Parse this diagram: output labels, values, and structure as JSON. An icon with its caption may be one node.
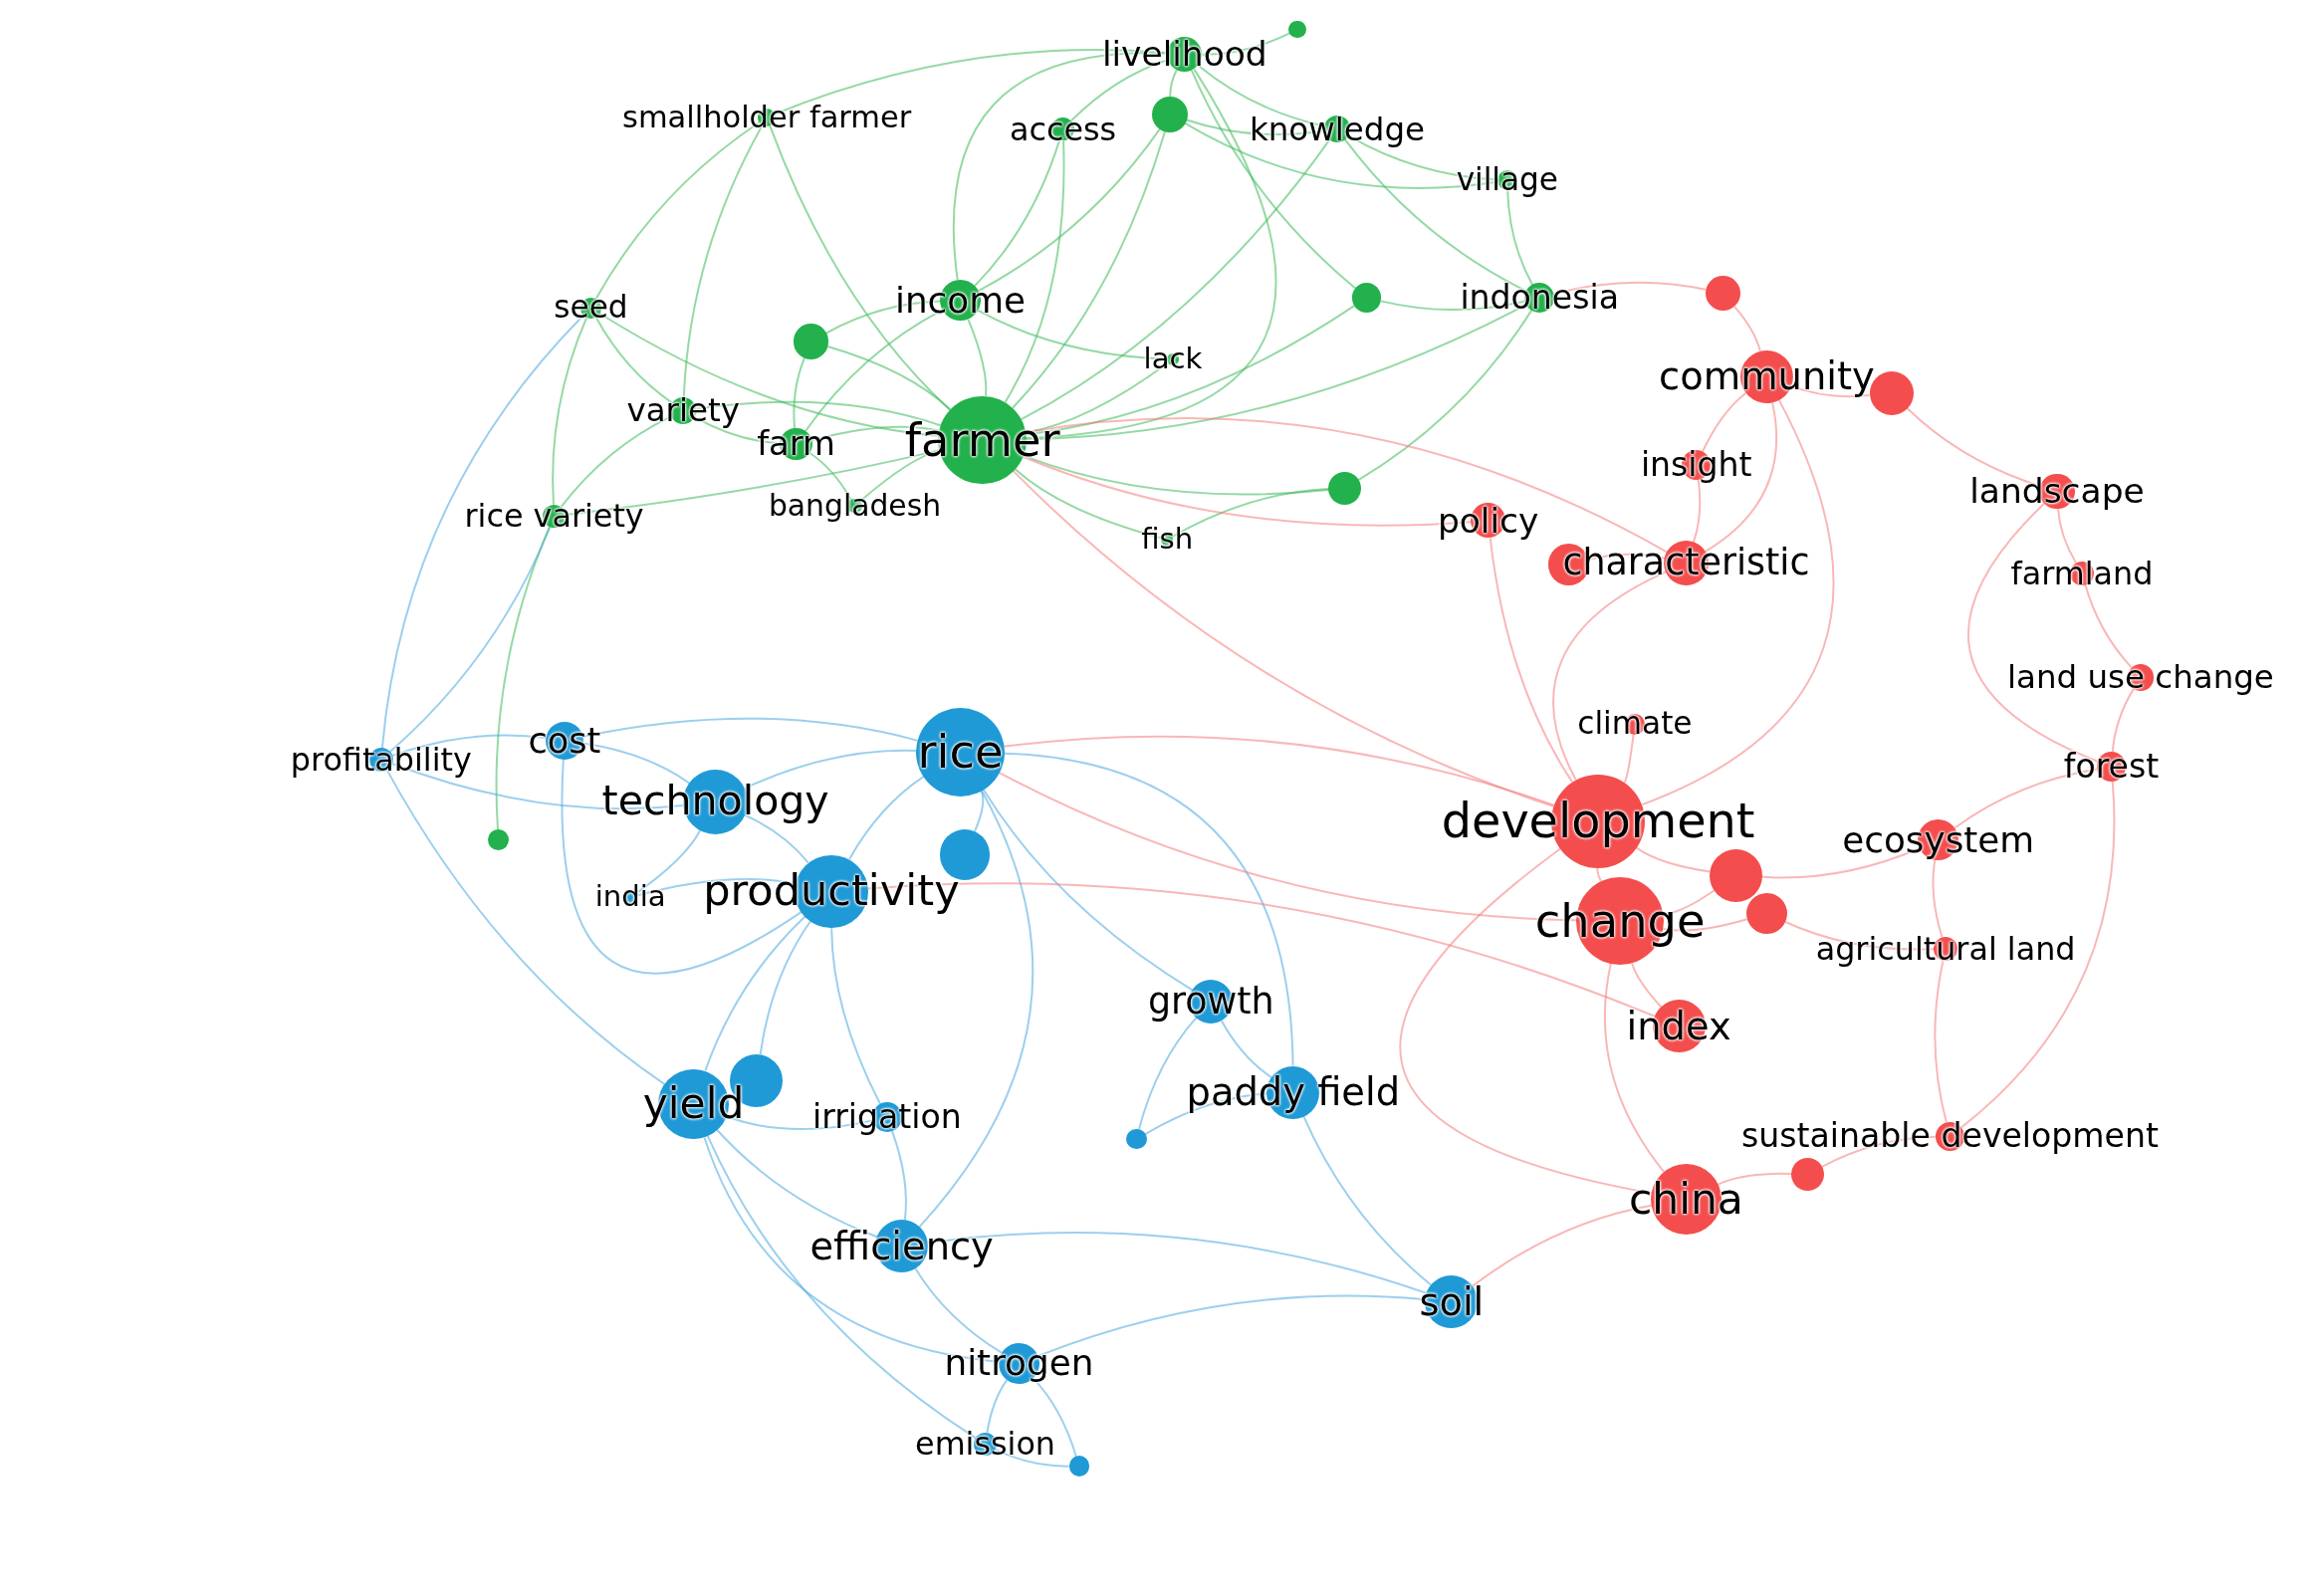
{
  "diagram": {
    "nodes": [
      {
        "text": [
          "livelihood"
        ]
      },
      {
        "text": [],
        "shape": "circle"
      },
      {
        "text": [
          "smallholder farmer"
        ]
      },
      {
        "text": [
          "access"
        ]
      },
      {
        "text": [],
        "shape": "circle"
      },
      {
        "text": [
          "knowledge"
        ]
      },
      {
        "text": [
          "village"
        ]
      },
      {
        "text": [
          "seed"
        ]
      },
      {
        "text": [
          "income"
        ]
      },
      {
        "text": [],
        "shape": "circle"
      },
      {
        "text": [],
        "shape": "circle"
      },
      {
        "text": [
          "indonesia"
        ]
      },
      {
        "text": [
          "lack"
        ]
      },
      {
        "text": [
          "variety"
        ]
      },
      {
        "text": [
          "farm"
        ]
      },
      {
        "text": [
          "farmer"
        ]
      },
      {
        "text": [
          "bangladesh"
        ]
      },
      {
        "text": [
          "rice variety"
        ]
      },
      {
        "text": [
          "fish"
        ]
      },
      {
        "text": [],
        "shape": "circle"
      },
      {
        "text": [],
        "shape": "circle"
      },
      {
        "text": [],
        "shape": "circle"
      },
      {
        "text": [
          "community"
        ]
      },
      {
        "text": [],
        "shape": "circle"
      },
      {
        "text": [
          "insight"
        ]
      },
      {
        "text": [
          "policy"
        ]
      },
      {
        "text": [
          "landscape"
        ]
      },
      {
        "text": [
          "characteristic"
        ]
      },
      {
        "text": [],
        "shape": "circle"
      },
      {
        "text": [
          "farmland"
        ]
      },
      {
        "text": [
          "land use change"
        ]
      },
      {
        "text": [
          "climate"
        ]
      },
      {
        "text": [
          "forest"
        ]
      },
      {
        "text": [
          "development"
        ]
      },
      {
        "text": [],
        "shape": "circle"
      },
      {
        "text": [
          "ecosystem"
        ]
      },
      {
        "text": [
          "change"
        ]
      },
      {
        "text": [],
        "shape": "circle"
      },
      {
        "text": [
          "agricultural land"
        ]
      },
      {
        "text": [
          "index"
        ]
      },
      {
        "text": [],
        "shape": "circle"
      },
      {
        "text": [
          "sustainable development"
        ]
      },
      {
        "text": [
          "china"
        ]
      },
      {
        "text": [
          "profitability"
        ]
      },
      {
        "text": [
          "cost"
        ]
      },
      {
        "text": [
          "rice"
        ]
      },
      {
        "text": [
          "technology"
        ]
      },
      {
        "text": [],
        "shape": "circle"
      },
      {
        "text": [
          "india"
        ]
      },
      {
        "text": [
          "productivity"
        ]
      },
      {
        "text": [
          "growth"
        ]
      },
      {
        "text": [
          "yield"
        ]
      },
      {
        "text": [],
        "shape": "circle"
      },
      {
        "text": [
          "irrigation"
        ]
      },
      {
        "text": [],
        "shape": "circle"
      },
      {
        "text": [
          "paddy field"
        ]
      },
      {
        "text": [
          "efficiency"
        ]
      },
      {
        "text": [
          "soil"
        ]
      },
      {
        "text": [
          "nitrogen"
        ]
      },
      {
        "text": [
          "emission"
        ]
      },
      {
        "text": [],
        "shape": "circle"
      }
    ],
    "edges": [
      {
        "from": 15,
        "to": 8,
        "arrow": "none",
        "color": "#3cb95a"
      },
      {
        "from": 15,
        "to": 14,
        "arrow": "none",
        "color": "#3cb95a"
      },
      {
        "from": 15,
        "to": 13,
        "arrow": "none",
        "color": "#3cb95a"
      },
      {
        "from": 15,
        "to": 9,
        "arrow": "none",
        "color": "#3cb95a"
      },
      {
        "from": 15,
        "to": 3,
        "arrow": "none",
        "color": "#3cb95a"
      },
      {
        "from": 15,
        "to": 0,
        "arrow": "none",
        "color": "#3cb95a"
      },
      {
        "from": 15,
        "to": 4,
        "arrow": "none",
        "color": "#3cb95a"
      },
      {
        "from": 15,
        "to": 12,
        "arrow": "none",
        "color": "#3cb95a"
      },
      {
        "from": 15,
        "to": 16,
        "arrow": "none",
        "color": "#3cb95a"
      },
      {
        "from": 15,
        "to": 17,
        "arrow": "none",
        "color": "#3cb95a"
      },
      {
        "from": 15,
        "to": 7,
        "arrow": "none",
        "color": "#3cb95a"
      },
      {
        "from": 15,
        "to": 2,
        "arrow": "none",
        "color": "#3cb95a"
      },
      {
        "from": 15,
        "to": 18,
        "arrow": "none",
        "color": "#3cb95a"
      },
      {
        "from": 15,
        "to": 19,
        "arrow": "none",
        "color": "#3cb95a"
      },
      {
        "from": 15,
        "to": 10,
        "arrow": "none",
        "color": "#3cb95a"
      },
      {
        "from": 15,
        "to": 11,
        "arrow": "none",
        "color": "#3cb95a"
      },
      {
        "from": 15,
        "to": 5,
        "arrow": "none",
        "color": "#3cb95a"
      },
      {
        "from": 8,
        "to": 9,
        "arrow": "none",
        "color": "#3cb95a"
      },
      {
        "from": 8,
        "to": 3,
        "arrow": "none",
        "color": "#3cb95a"
      },
      {
        "from": 8,
        "to": 0,
        "arrow": "none",
        "color": "#3cb95a"
      },
      {
        "from": 8,
        "to": 4,
        "arrow": "none",
        "color": "#3cb95a"
      },
      {
        "from": 8,
        "to": 14,
        "arrow": "none",
        "color": "#3cb95a"
      },
      {
        "from": 8,
        "to": 12,
        "arrow": "none",
        "color": "#3cb95a"
      },
      {
        "from": 0,
        "to": 4,
        "arrow": "none",
        "color": "#3cb95a"
      },
      {
        "from": 0,
        "to": 3,
        "arrow": "none",
        "color": "#3cb95a"
      },
      {
        "from": 0,
        "to": 5,
        "arrow": "none",
        "color": "#3cb95a"
      },
      {
        "from": 0,
        "to": 1,
        "arrow": "none",
        "color": "#3cb95a"
      },
      {
        "from": 0,
        "to": 2,
        "arrow": "none",
        "color": "#3cb95a"
      },
      {
        "from": 4,
        "to": 5,
        "arrow": "none",
        "color": "#3cb95a"
      },
      {
        "from": 4,
        "to": 6,
        "arrow": "none",
        "color": "#3cb95a"
      },
      {
        "from": 5,
        "to": 6,
        "arrow": "none",
        "color": "#3cb95a"
      },
      {
        "from": 5,
        "to": 11,
        "arrow": "none",
        "color": "#3cb95a"
      },
      {
        "from": 6,
        "to": 11,
        "arrow": "none",
        "color": "#3cb95a"
      },
      {
        "from": 10,
        "to": 11,
        "arrow": "none",
        "color": "#3cb95a"
      },
      {
        "from": 10,
        "to": 0,
        "arrow": "none",
        "color": "#3cb95a"
      },
      {
        "from": 2,
        "to": 7,
        "arrow": "none",
        "color": "#3cb95a"
      },
      {
        "from": 2,
        "to": 13,
        "arrow": "none",
        "color": "#3cb95a"
      },
      {
        "from": 7,
        "to": 13,
        "arrow": "none",
        "color": "#3cb95a"
      },
      {
        "from": 7,
        "to": 17,
        "arrow": "none",
        "color": "#3cb95a"
      },
      {
        "from": 13,
        "to": 17,
        "arrow": "none",
        "color": "#3cb95a"
      },
      {
        "from": 13,
        "to": 14,
        "arrow": "none",
        "color": "#3cb95a"
      },
      {
        "from": 9,
        "to": 14,
        "arrow": "none",
        "color": "#3cb95a"
      },
      {
        "from": 16,
        "to": 14,
        "arrow": "none",
        "color": "#3cb95a"
      },
      {
        "from": 19,
        "to": 18,
        "arrow": "none",
        "color": "#3cb95a"
      },
      {
        "from": 19,
        "to": 11,
        "arrow": "none",
        "color": "#3cb95a"
      },
      {
        "from": 20,
        "to": 17,
        "arrow": "none",
        "color": "#3cb95a"
      },
      {
        "from": 45,
        "to": 49,
        "arrow": "none",
        "color": "#4aa8e0"
      },
      {
        "from": 45,
        "to": 46,
        "arrow": "none",
        "color": "#4aa8e0"
      },
      {
        "from": 45,
        "to": 47,
        "arrow": "none",
        "color": "#4aa8e0"
      },
      {
        "from": 45,
        "to": 44,
        "arrow": "none",
        "color": "#4aa8e0"
      },
      {
        "from": 45,
        "to": 50,
        "arrow": "none",
        "color": "#4aa8e0"
      },
      {
        "from": 45,
        "to": 55,
        "arrow": "none",
        "color": "#4aa8e0"
      },
      {
        "from": 45,
        "to": 56,
        "arrow": "none",
        "color": "#4aa8e0"
      },
      {
        "from": 49,
        "to": 46,
        "arrow": "none",
        "color": "#4aa8e0"
      },
      {
        "from": 49,
        "to": 51,
        "arrow": "none",
        "color": "#4aa8e0"
      },
      {
        "from": 49,
        "to": 52,
        "arrow": "none",
        "color": "#4aa8e0"
      },
      {
        "from": 49,
        "to": 53,
        "arrow": "none",
        "color": "#4aa8e0"
      },
      {
        "from": 49,
        "to": 48,
        "arrow": "none",
        "color": "#4aa8e0"
      },
      {
        "from": 49,
        "to": 44,
        "arrow": "none",
        "color": "#4aa8e0"
      },
      {
        "from": 46,
        "to": 44,
        "arrow": "none",
        "color": "#4aa8e0"
      },
      {
        "from": 46,
        "to": 43,
        "arrow": "none",
        "color": "#4aa8e0"
      },
      {
        "from": 44,
        "to": 43,
        "arrow": "none",
        "color": "#4aa8e0"
      },
      {
        "from": 43,
        "to": 51,
        "arrow": "none",
        "color": "#4aa8e0"
      },
      {
        "from": 43,
        "to": 17,
        "arrow": "none",
        "color": "#4aa8e0"
      },
      {
        "from": 43,
        "to": 7,
        "arrow": "none",
        "color": "#4aa8e0"
      },
      {
        "from": 51,
        "to": 52,
        "arrow": "none",
        "color": "#4aa8e0"
      },
      {
        "from": 51,
        "to": 53,
        "arrow": "none",
        "color": "#4aa8e0"
      },
      {
        "from": 51,
        "to": 56,
        "arrow": "none",
        "color": "#4aa8e0"
      },
      {
        "from": 51,
        "to": 58,
        "arrow": "none",
        "color": "#4aa8e0"
      },
      {
        "from": 51,
        "to": 59,
        "arrow": "none",
        "color": "#4aa8e0"
      },
      {
        "from": 56,
        "to": 58,
        "arrow": "none",
        "color": "#4aa8e0"
      },
      {
        "from": 56,
        "to": 53,
        "arrow": "none",
        "color": "#4aa8e0"
      },
      {
        "from": 58,
        "to": 59,
        "arrow": "none",
        "color": "#4aa8e0"
      },
      {
        "from": 59,
        "to": 60,
        "arrow": "none",
        "color": "#4aa8e0"
      },
      {
        "from": 58,
        "to": 60,
        "arrow": "none",
        "color": "#4aa8e0"
      },
      {
        "from": 50,
        "to": 55,
        "arrow": "none",
        "color": "#4aa8e0"
      },
      {
        "from": 55,
        "to": 57,
        "arrow": "none",
        "color": "#4aa8e0"
      },
      {
        "from": 55,
        "to": 54,
        "arrow": "none",
        "color": "#4aa8e0"
      },
      {
        "from": 57,
        "to": 56,
        "arrow": "none",
        "color": "#4aa8e0"
      },
      {
        "from": 57,
        "to": 58,
        "arrow": "none",
        "color": "#4aa8e0"
      },
      {
        "from": 54,
        "to": 50,
        "arrow": "none",
        "color": "#4aa8e0"
      },
      {
        "from": 48,
        "to": 46,
        "arrow": "none",
        "color": "#4aa8e0"
      },
      {
        "from": 33,
        "to": 36,
        "arrow": "none",
        "color": "#f47c7c"
      },
      {
        "from": 33,
        "to": 34,
        "arrow": "none",
        "color": "#f47c7c"
      },
      {
        "from": 33,
        "to": 27,
        "arrow": "none",
        "color": "#f47c7c"
      },
      {
        "from": 33,
        "to": 22,
        "arrow": "none",
        "color": "#f47c7c"
      },
      {
        "from": 33,
        "to": 25,
        "arrow": "none",
        "color": "#f47c7c"
      },
      {
        "from": 33,
        "to": 31,
        "arrow": "none",
        "color": "#f47c7c"
      },
      {
        "from": 33,
        "to": 42,
        "arrow": "none",
        "color": "#f47c7c"
      },
      {
        "from": 36,
        "to": 39,
        "arrow": "none",
        "color": "#f47c7c"
      },
      {
        "from": 36,
        "to": 42,
        "arrow": "none",
        "color": "#f47c7c"
      },
      {
        "from": 36,
        "to": 37,
        "arrow": "none",
        "color": "#f47c7c"
      },
      {
        "from": 36,
        "to": 34,
        "arrow": "none",
        "color": "#f47c7c"
      },
      {
        "from": 22,
        "to": 23,
        "arrow": "none",
        "color": "#f47c7c"
      },
      {
        "from": 22,
        "to": 21,
        "arrow": "none",
        "color": "#f47c7c"
      },
      {
        "from": 22,
        "to": 24,
        "arrow": "none",
        "color": "#f47c7c"
      },
      {
        "from": 22,
        "to": 27,
        "arrow": "none",
        "color": "#f47c7c"
      },
      {
        "from": 23,
        "to": 26,
        "arrow": "none",
        "color": "#f47c7c"
      },
      {
        "from": 26,
        "to": 29,
        "arrow": "none",
        "color": "#f47c7c"
      },
      {
        "from": 29,
        "to": 30,
        "arrow": "none",
        "color": "#f47c7c"
      },
      {
        "from": 30,
        "to": 32,
        "arrow": "none",
        "color": "#f47c7c"
      },
      {
        "from": 32,
        "to": 35,
        "arrow": "none",
        "color": "#f47c7c"
      },
      {
        "from": 35,
        "to": 38,
        "arrow": "none",
        "color": "#f47c7c"
      },
      {
        "from": 38,
        "to": 41,
        "arrow": "none",
        "color": "#f47c7c"
      },
      {
        "from": 41,
        "to": 40,
        "arrow": "none",
        "color": "#f47c7c"
      },
      {
        "from": 40,
        "to": 42,
        "arrow": "none",
        "color": "#f47c7c"
      },
      {
        "from": 27,
        "to": 24,
        "arrow": "none",
        "color": "#f47c7c"
      },
      {
        "from": 27,
        "to": 28,
        "arrow": "none",
        "color": "#f47c7c"
      },
      {
        "from": 34,
        "to": 35,
        "arrow": "none",
        "color": "#f47c7c"
      },
      {
        "from": 37,
        "to": 38,
        "arrow": "none",
        "color": "#f47c7c"
      },
      {
        "from": 26,
        "to": 32,
        "arrow": "none",
        "color": "#f47c7c"
      },
      {
        "from": 32,
        "to": 41,
        "arrow": "none",
        "color": "#f47c7c"
      },
      {
        "from": 21,
        "to": 11,
        "arrow": "none",
        "color": "#f47c7c"
      },
      {
        "from": 42,
        "to": 57,
        "arrow": "none",
        "color": "#f47c7c"
      },
      {
        "from": 33,
        "to": 45,
        "arrow": "none",
        "color": "#f47c7c"
      },
      {
        "from": 36,
        "to": 45,
        "arrow": "none",
        "color": "#f47c7c"
      },
      {
        "from": 33,
        "to": 15,
        "arrow": "none",
        "color": "#f47c7c"
      },
      {
        "from": 27,
        "to": 15,
        "arrow": "none",
        "color": "#f47c7c"
      },
      {
        "from": 25,
        "to": 15,
        "arrow": "none",
        "color": "#f47c7c"
      },
      {
        "from": 39,
        "to": 49,
        "arrow": "none",
        "color": "#f47c7c"
      }
    ]
  }
}
